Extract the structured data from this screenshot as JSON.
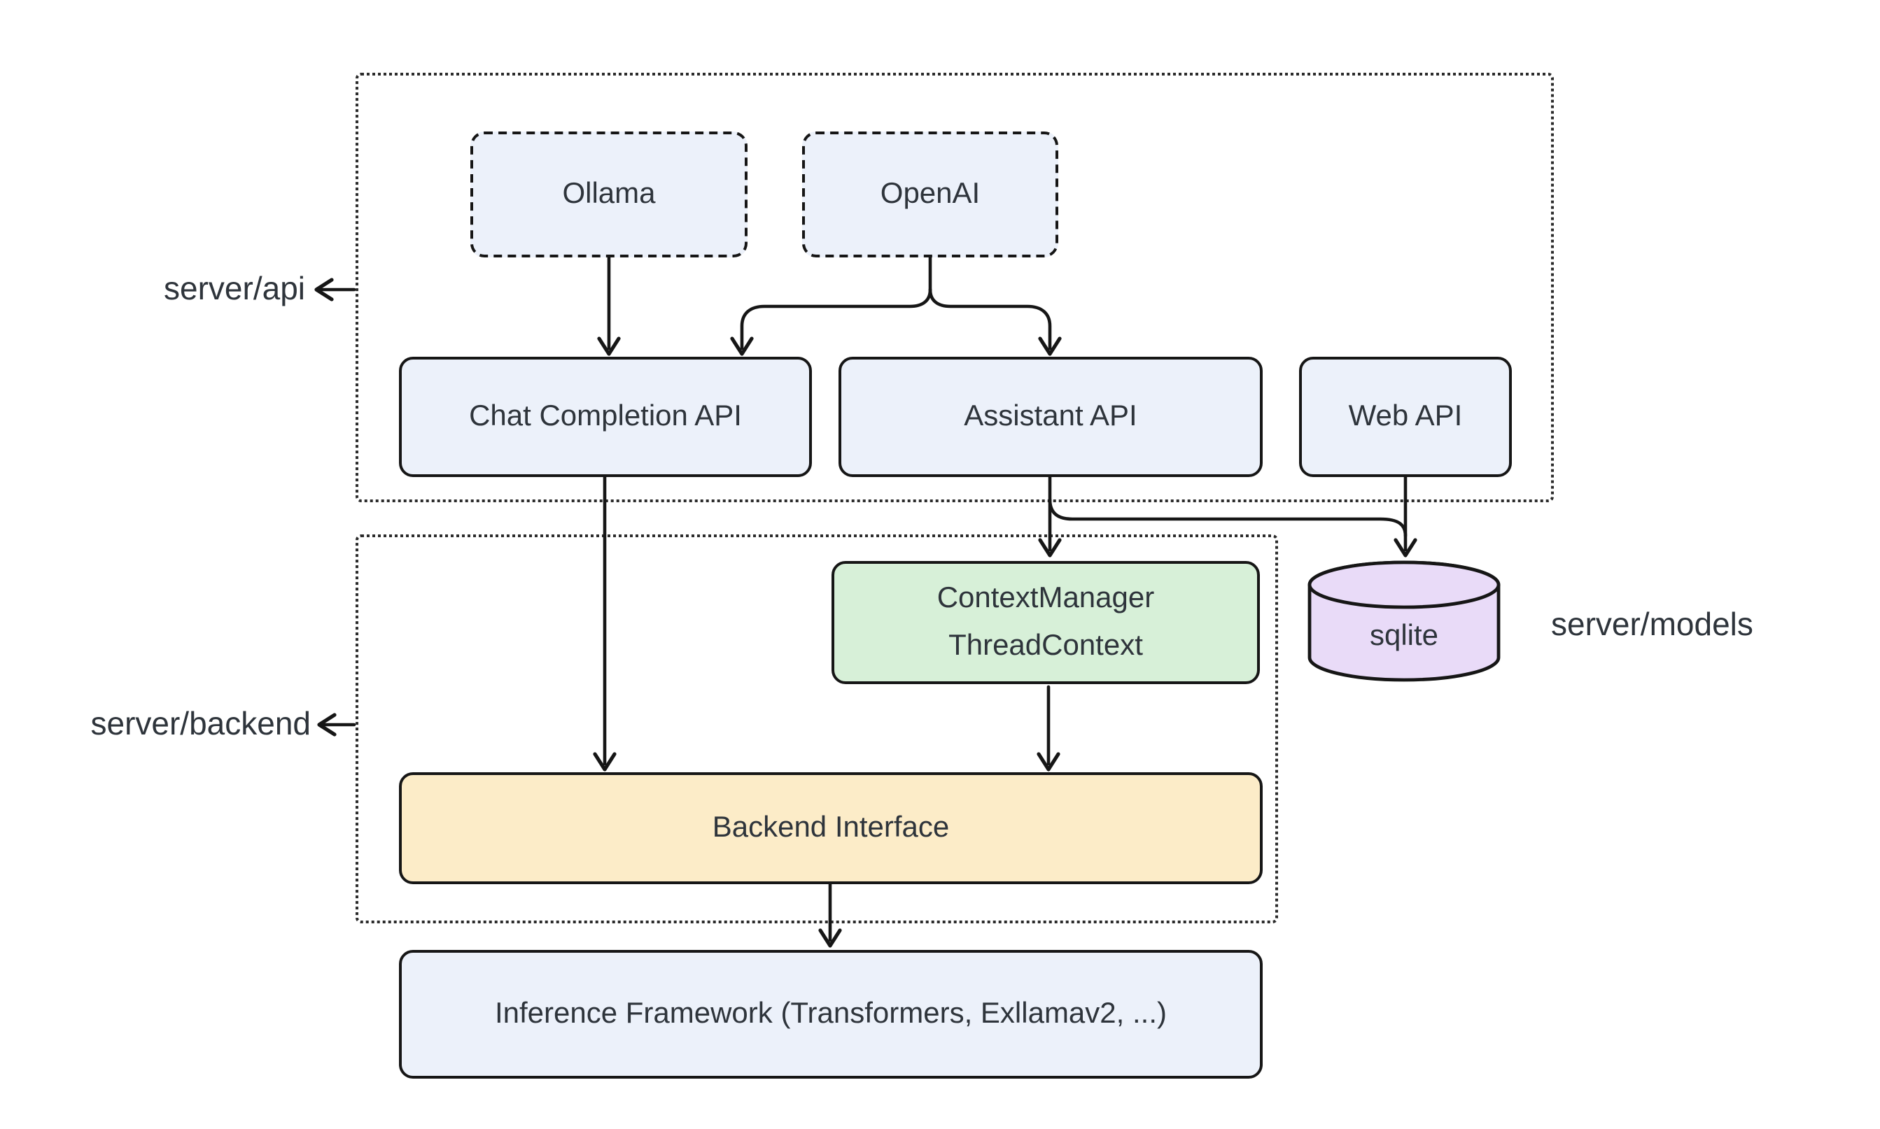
{
  "groups": {
    "server_api": {
      "label": "server/api"
    },
    "server_backend": {
      "label": "server/backend"
    },
    "server_models": {
      "label": "server/models"
    }
  },
  "nodes": {
    "ollama": {
      "label": "Ollama"
    },
    "openai": {
      "label": "OpenAI"
    },
    "chat_completion_api": {
      "label": "Chat Completion API"
    },
    "assistant_api": {
      "label": "Assistant API"
    },
    "web_api": {
      "label": "Web API"
    },
    "context_manager": {
      "line1": "ContextManager",
      "line2": "ThreadContext"
    },
    "sqlite": {
      "label": "sqlite"
    },
    "backend_interface": {
      "label": "Backend Interface"
    },
    "inference_framework": {
      "label": "Inference Framework (Transformers, Exllamav2, ...)"
    }
  },
  "edges": [
    {
      "from": "Ollama",
      "to": "Chat Completion API"
    },
    {
      "from": "OpenAI",
      "to": "Chat Completion API"
    },
    {
      "from": "OpenAI",
      "to": "Assistant API"
    },
    {
      "from": "Chat Completion API",
      "to": "Backend Interface"
    },
    {
      "from": "Assistant API",
      "to": "ContextManager ThreadContext"
    },
    {
      "from": "Assistant API",
      "to": "sqlite"
    },
    {
      "from": "Web API",
      "to": "sqlite"
    },
    {
      "from": "ContextManager ThreadContext",
      "to": "Backend Interface"
    },
    {
      "from": "Backend Interface",
      "to": "Inference Framework (Transformers, Exllamav2, ...)"
    }
  ],
  "colors": {
    "node_blue": "#ecf1fa",
    "node_green": "#d7f0d8",
    "node_yellow": "#fcecc8",
    "node_purple": "#e9dbf8",
    "stroke": "#161616",
    "text": "#2e343b",
    "background": "#ffffff"
  }
}
